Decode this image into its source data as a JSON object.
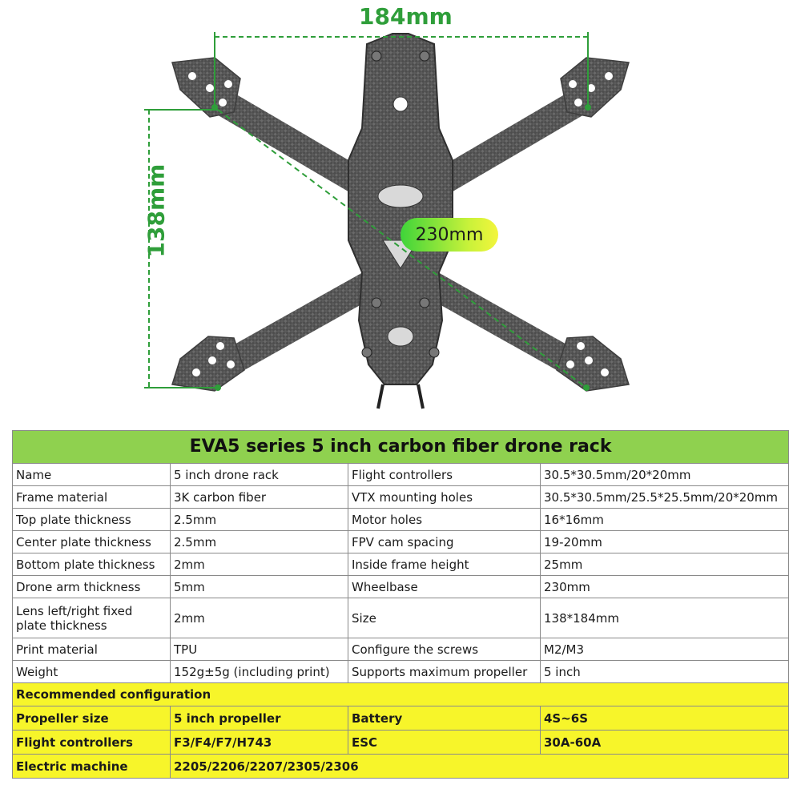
{
  "dimensions": {
    "width": "184mm",
    "height": "138mm",
    "diagonal": "230mm"
  },
  "colors": {
    "dimension_green": "#2f9e3a",
    "title_bg": "#8fd14f",
    "recommended_bg": "#f7f52a",
    "carbon": "#5a5a5a"
  },
  "table": {
    "title": "EVA5 series  5 inch carbon fiber drone rack",
    "specs": [
      {
        "l1": "Name",
        "v1": "5 inch drone rack",
        "l2": "Flight controllers",
        "v2": "30.5*30.5mm/20*20mm"
      },
      {
        "l1": "Frame material",
        "v1": "3K carbon fiber",
        "l2": "VTX mounting holes",
        "v2": "30.5*30.5mm/25.5*25.5mm/20*20mm"
      },
      {
        "l1": "Top plate thickness",
        "v1": "2.5mm",
        "l2": "Motor holes",
        "v2": "16*16mm"
      },
      {
        "l1": "Center plate thickness",
        "v1": "2.5mm",
        "l2": "FPV cam spacing",
        "v2": "19-20mm"
      },
      {
        "l1": "Bottom plate thickness",
        "v1": "2mm",
        "l2": "Inside frame height",
        "v2": "25mm"
      },
      {
        "l1": "Drone arm thickness",
        "v1": "5mm",
        "l2": "Wheelbase",
        "v2": "230mm"
      },
      {
        "l1": "Lens left/right fixed plate thickness",
        "v1": "2mm",
        "l2": "Size",
        "v2": "138*184mm"
      },
      {
        "l1": "Print material",
        "v1": "TPU",
        "l2": "Configure the screws",
        "v2": "M2/M3"
      },
      {
        "l1": "Weight",
        "v1": "152g±5g (including print)",
        "l2": "Supports maximum propeller",
        "v2": "5 inch"
      }
    ],
    "recommended_title": "Recommended configuration",
    "recommended": [
      {
        "l1": "Propeller size",
        "v1": "5 inch propeller",
        "l2": "Battery",
        "v2": "4S~6S"
      },
      {
        "l1": "Flight controllers",
        "v1": "F3/F4/F7/H743",
        "l2": "ESC",
        "v2": "30A-60A"
      },
      {
        "l1": "Electric machine",
        "v1": "2205/2206/2207/2305/2306",
        "l2": "",
        "v2": ""
      }
    ]
  }
}
